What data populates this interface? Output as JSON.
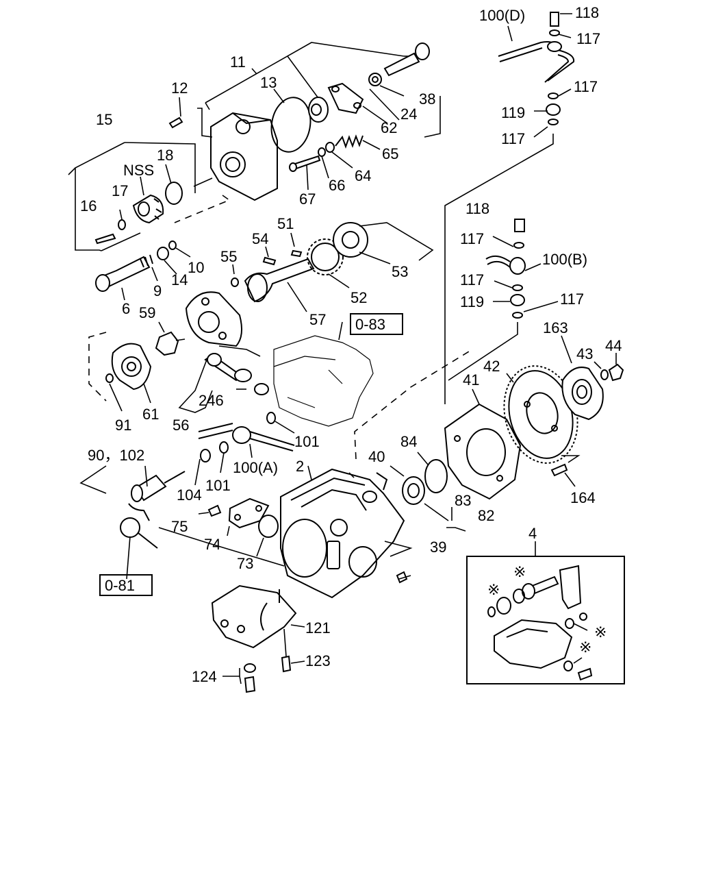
{
  "diagram": {
    "callouts": [
      {
        "id": "c-100d",
        "text": "100(D)"
      },
      {
        "id": "c-118a",
        "text": "118"
      },
      {
        "id": "c-117a",
        "text": "117"
      },
      {
        "id": "c-117b",
        "text": "117"
      },
      {
        "id": "c-119a",
        "text": "119"
      },
      {
        "id": "c-117c",
        "text": "117"
      },
      {
        "id": "c-11",
        "text": "11"
      },
      {
        "id": "c-13",
        "text": "13"
      },
      {
        "id": "c-38",
        "text": "38"
      },
      {
        "id": "c-24",
        "text": "24"
      },
      {
        "id": "c-62",
        "text": "62"
      },
      {
        "id": "c-65",
        "text": "65"
      },
      {
        "id": "c-64",
        "text": "64"
      },
      {
        "id": "c-66",
        "text": "66"
      },
      {
        "id": "c-67",
        "text": "67"
      },
      {
        "id": "c-12",
        "text": "12"
      },
      {
        "id": "c-15",
        "text": "15"
      },
      {
        "id": "c-18",
        "text": "18"
      },
      {
        "id": "c-nss",
        "text": "NSS"
      },
      {
        "id": "c-17",
        "text": "17"
      },
      {
        "id": "c-16",
        "text": "16"
      },
      {
        "id": "c-10",
        "text": "10"
      },
      {
        "id": "c-14",
        "text": "14"
      },
      {
        "id": "c-9",
        "text": "9"
      },
      {
        "id": "c-6",
        "text": "6"
      },
      {
        "id": "c-51",
        "text": "51"
      },
      {
        "id": "c-54",
        "text": "54"
      },
      {
        "id": "c-55",
        "text": "55"
      },
      {
        "id": "c-53",
        "text": "53"
      },
      {
        "id": "c-52",
        "text": "52"
      },
      {
        "id": "c-57",
        "text": "57"
      },
      {
        "id": "c-59",
        "text": "59"
      },
      {
        "id": "c-118b",
        "text": "118"
      },
      {
        "id": "c-117d",
        "text": "117"
      },
      {
        "id": "c-100b",
        "text": "100(B)"
      },
      {
        "id": "c-117e",
        "text": "117"
      },
      {
        "id": "c-119b",
        "text": "119"
      },
      {
        "id": "c-117f",
        "text": "117"
      },
      {
        "id": "c-163",
        "text": "163"
      },
      {
        "id": "c-43",
        "text": "43"
      },
      {
        "id": "c-44",
        "text": "44"
      },
      {
        "id": "c-42",
        "text": "42"
      },
      {
        "id": "c-41",
        "text": "41"
      },
      {
        "id": "c-246",
        "text": "246"
      },
      {
        "id": "c-91",
        "text": "91"
      },
      {
        "id": "c-61",
        "text": "61"
      },
      {
        "id": "c-56",
        "text": "56"
      },
      {
        "id": "c-101a",
        "text": "101"
      },
      {
        "id": "c-90102",
        "text": "90，102"
      },
      {
        "id": "c-100a",
        "text": "100(A)"
      },
      {
        "id": "c-2",
        "text": "2"
      },
      {
        "id": "c-84",
        "text": "84"
      },
      {
        "id": "c-40",
        "text": "40"
      },
      {
        "id": "c-104",
        "text": "104"
      },
      {
        "id": "c-101b",
        "text": "101"
      },
      {
        "id": "c-164",
        "text": "164"
      },
      {
        "id": "c-83",
        "text": "83"
      },
      {
        "id": "c-82",
        "text": "82"
      },
      {
        "id": "c-75",
        "text": "75"
      },
      {
        "id": "c-74",
        "text": "74"
      },
      {
        "id": "c-73",
        "text": "73"
      },
      {
        "id": "c-39",
        "text": "39"
      },
      {
        "id": "c-4",
        "text": "4"
      },
      {
        "id": "c-121",
        "text": "121"
      },
      {
        "id": "c-123",
        "text": "123"
      },
      {
        "id": "c-124",
        "text": "124"
      }
    ],
    "references": [
      {
        "id": "r-083",
        "text": "0-83"
      },
      {
        "id": "r-081",
        "text": "0-81"
      }
    ],
    "asterisk": "※"
  }
}
